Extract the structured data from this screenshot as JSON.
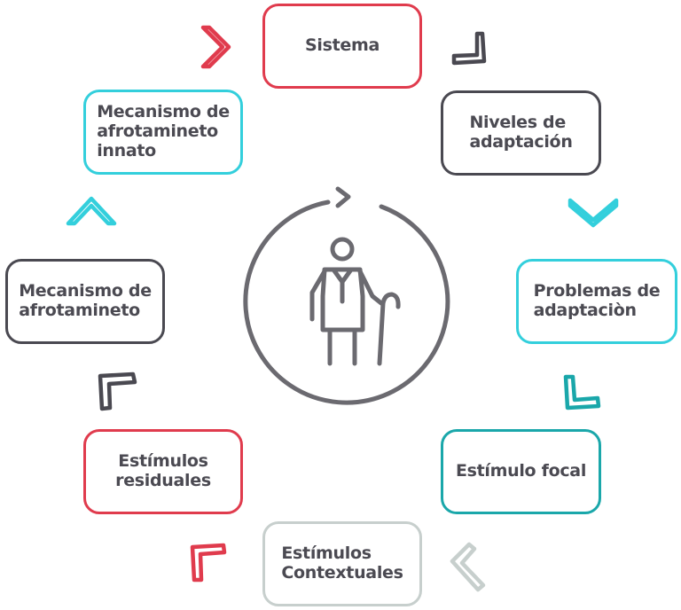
{
  "colors": {
    "red": "#e03b4d",
    "dark": "#4a4951",
    "cyan": "#33cfdc",
    "teal": "#1aa7aa",
    "grey": "#c7cfcd",
    "text": "#4b4a52",
    "icon": "#6b6a70"
  },
  "icons": {
    "center": "elderly-person-with-cane-icon",
    "cycle": "circular-arrow-icon"
  },
  "nodes": [
    {
      "id": "sistema",
      "label": "Sistema",
      "color": "red"
    },
    {
      "id": "niveles",
      "label": "Niveles de\nadaptación",
      "color": "dark"
    },
    {
      "id": "problemas",
      "label": "Problemas de\nadaptaciòn",
      "color": "cyan"
    },
    {
      "id": "focal",
      "label": "Estímulo focal",
      "color": "teal"
    },
    {
      "id": "contextuales",
      "label": "Estímulos\nContextuales",
      "color": "grey"
    },
    {
      "id": "residuales",
      "label": "Estímulos\nresiduales",
      "color": "red"
    },
    {
      "id": "afrontamiento",
      "label": "Mecanismo de\nafrotamineto",
      "color": "dark"
    },
    {
      "id": "innato",
      "label": "Mecanismo de\nafrotamineto\ninnato",
      "color": "cyan"
    }
  ]
}
